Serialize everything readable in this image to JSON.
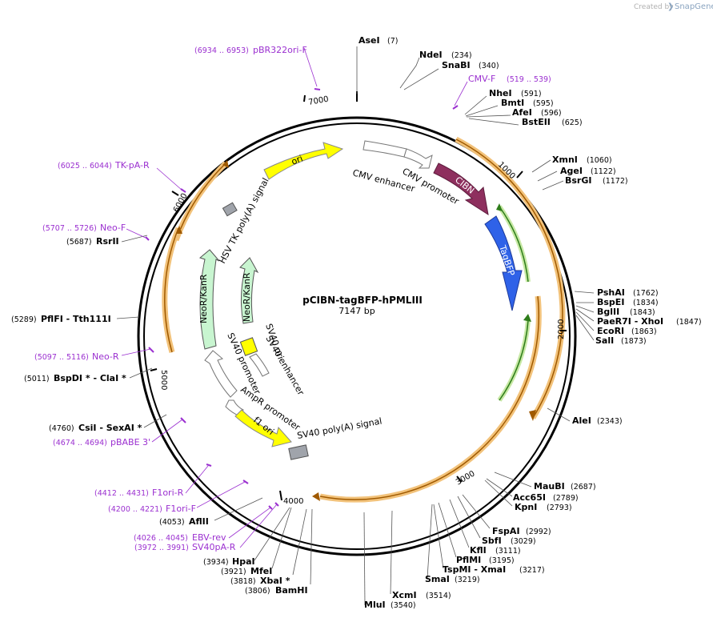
{
  "credit": {
    "prefix": "Created by",
    "brand": "SnapGene"
  },
  "plasmid": {
    "name": "pCIBN-tagBFP-hPMLIII",
    "size_label": "7147 bp"
  },
  "ticks": [
    "1000",
    "2000",
    "3000",
    "4000",
    "5000",
    "6000",
    "7000"
  ],
  "features": {
    "cmv_enhancer": "CMV enhancer",
    "cmv_promoter": "CMV promoter",
    "cibn": "CIBN",
    "tagbfp": "TagBFP",
    "ori": "ori",
    "hsv_tk_polya": "HSV TK poly(A) signal",
    "neor1": "NeoR/KanR",
    "neor2": "NeoR/KanR",
    "sv40_ori": "SV40 ori",
    "sv40_enhancer": "SV40 enhancer",
    "sv40_promoter": "SV40 promoter",
    "ampr_promoter": "AmpR promoter",
    "f1_ori": "f1 ori",
    "sv40_polya": "SV40 poly(A) signal"
  },
  "enzymes": {
    "asei": {
      "name": "AseI",
      "pos": "(7)"
    },
    "ndei": {
      "name": "NdeI",
      "pos": "(234)"
    },
    "snabi": {
      "name": "SnaBI",
      "pos": "(340)"
    },
    "nhei": {
      "name": "NheI",
      "pos": "(591)"
    },
    "bmti": {
      "name": "BmtI",
      "pos": "(595)"
    },
    "afei": {
      "name": "AfeI",
      "pos": "(596)"
    },
    "bsteii": {
      "name": "BstEII",
      "pos": "(625)"
    },
    "xmni": {
      "name": "XmnI",
      "pos": "(1060)"
    },
    "agei": {
      "name": "AgeI",
      "pos": "(1122)"
    },
    "bsrgi": {
      "name": "BsrGI",
      "pos": "(1172)"
    },
    "pshai": {
      "name": "PshAI",
      "pos": "(1762)"
    },
    "bspei": {
      "name": "BspEI",
      "pos": "(1834)"
    },
    "bglii": {
      "name": "BglII",
      "pos": "(1843)"
    },
    "paer7i": {
      "name": "PaeR7I - XhoI",
      "pos": "(1847)"
    },
    "ecori": {
      "name": "EcoRI",
      "pos": "(1863)"
    },
    "sali": {
      "name": "SalI",
      "pos": "(1873)"
    },
    "alei": {
      "name": "AleI",
      "pos": "(2343)"
    },
    "maubi": {
      "name": "MauBI",
      "pos": "(2687)"
    },
    "acc65i": {
      "name": "Acc65I",
      "pos": "(2789)"
    },
    "kpni": {
      "name": "KpnI",
      "pos": "(2793)"
    },
    "fspai": {
      "name": "FspAI",
      "pos": "(2992)"
    },
    "sbfi": {
      "name": "SbfI",
      "pos": "(3029)"
    },
    "kfli": {
      "name": "KflI",
      "pos": "(3111)"
    },
    "pflmi": {
      "name": "PflMI",
      "pos": "(3195)"
    },
    "tspmi": {
      "name": "TspMI - XmaI",
      "pos": "(3217)"
    },
    "smai": {
      "name": "SmaI",
      "pos": "(3219)"
    },
    "xcmi": {
      "name": "XcmI",
      "pos": "(3514)"
    },
    "mlui": {
      "name": "MluI",
      "pos": "(3540)"
    },
    "bamhi": {
      "name": "BamHI",
      "pos": "(3806)"
    },
    "xbai": {
      "name": "XbaI *",
      "pos": "(3818)"
    },
    "mfei": {
      "name": "MfeI",
      "pos": "(3921)"
    },
    "hpai": {
      "name": "HpaI",
      "pos": "(3934)"
    },
    "aflii": {
      "name": "AflII",
      "pos": "(4053)"
    },
    "csii": {
      "name": "CsiI - SexAI *",
      "pos": "(4760)"
    },
    "bspdi": {
      "name": "BspDI * - ClaI *",
      "pos": "(5011)"
    },
    "pflfi": {
      "name": "PflFI - Tth111I",
      "pos": "(5289)"
    },
    "rsrii": {
      "name": "RsrII",
      "pos": "(5687)"
    }
  },
  "primers": {
    "pbr322": {
      "name": "pBR322ori-F",
      "range": "(6934 .. 6953)"
    },
    "cmvf": {
      "name": "CMV-F",
      "range": "(519 .. 539)"
    },
    "tkpar": {
      "name": "TK-pA-R",
      "range": "(6025 .. 6044)"
    },
    "neof": {
      "name": "Neo-F",
      "range": "(5707 .. 5726)"
    },
    "neor": {
      "name": "Neo-R",
      "range": "(5097 .. 5116)"
    },
    "pbabe": {
      "name": "pBABE 3'",
      "range": "(4674 .. 4694)"
    },
    "f1orir": {
      "name": "F1ori-R",
      "range": "(4412 .. 4431)"
    },
    "f1orif": {
      "name": "F1ori-F",
      "range": "(4200 .. 4221)"
    },
    "ebvrev": {
      "name": "EBV-rev",
      "range": "(4026 .. 4045)"
    },
    "sv40par": {
      "name": "SV40pA-R",
      "range": "(3972 .. 3991)"
    }
  },
  "colors": {
    "backbone": "#000000",
    "primer": "#9b30d0",
    "orf_outline": "#f2c27a",
    "orf_arrow": "#a05a00",
    "green_orf": "#2e7d1a",
    "cibn": "#8e2f5e",
    "tagbfp": "#2f62e8",
    "ori": "#ffff00",
    "neor": "#c8f5d0",
    "promoter_fill": "#ffffff",
    "grey_box": "#a0a4ab"
  }
}
